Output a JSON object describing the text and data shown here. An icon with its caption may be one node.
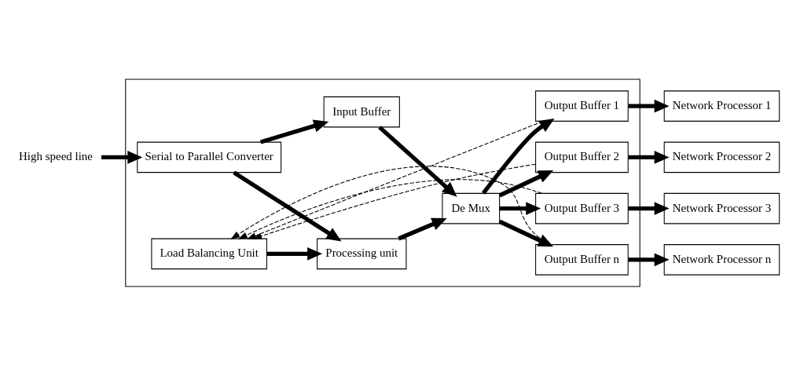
{
  "diagram": {
    "nodes": [
      {
        "text": [],
        "shape": "box"
      },
      {
        "text": [
          "High speed line"
        ]
      },
      {
        "text": [
          "Serial to Parallel Converter"
        ],
        "in": 0
      },
      {
        "text": [
          "Input Buffer"
        ],
        "in": 0
      },
      {
        "text": [
          "De Mux"
        ],
        "in": 0
      },
      {
        "text": [
          "Processing unit"
        ],
        "in": 0
      },
      {
        "text": [
          "Load Balancing Unit"
        ],
        "in": 0
      },
      {
        "text": [
          "Output Buffer 1"
        ],
        "in": 0
      },
      {
        "text": [
          "Output Buffer 2"
        ],
        "in": 0
      },
      {
        "text": [
          "Output Buffer 3"
        ],
        "in": 0
      },
      {
        "text": [
          "Output Buffer n"
        ],
        "in": 0
      },
      {
        "text": [
          "Network Processor 1"
        ]
      },
      {
        "text": [
          "Network Processor 2"
        ]
      },
      {
        "text": [
          "Network Processor 3"
        ]
      },
      {
        "text": [
          "Network Processor n"
        ]
      }
    ],
    "edges": [
      {
        "from": 1,
        "to": 2,
        "arrow": "to"
      },
      {
        "from": 2,
        "to": 3,
        "arrow": "to"
      },
      {
        "from": 2,
        "to": 5,
        "arrow": "to"
      },
      {
        "from": 3,
        "to": 4,
        "arrow": "to"
      },
      {
        "from": 5,
        "to": 4,
        "arrow": "to"
      },
      {
        "from": 6,
        "to": 5,
        "arrow": "to"
      },
      {
        "from": 4,
        "to": 7,
        "arrow": "to"
      },
      {
        "from": 4,
        "to": 8,
        "arrow": "to"
      },
      {
        "from": 4,
        "to": 9,
        "arrow": "to"
      },
      {
        "from": 4,
        "to": 10,
        "arrow": "to"
      },
      {
        "from": 7,
        "to": 6,
        "arrow": "to",
        "style": "dashed"
      },
      {
        "from": 8,
        "to": 6,
        "arrow": "to",
        "style": "dashed"
      },
      {
        "from": 9,
        "to": 6,
        "arrow": "to",
        "style": "dashed"
      },
      {
        "from": 10,
        "to": 6,
        "arrow": "to",
        "style": "dashed"
      },
      {
        "from": 7,
        "to": 11,
        "arrow": "to"
      },
      {
        "from": 8,
        "to": 12,
        "arrow": "to"
      },
      {
        "from": 9,
        "to": 13,
        "arrow": "to"
      },
      {
        "from": 10,
        "to": 14,
        "arrow": "to"
      }
    ]
  }
}
